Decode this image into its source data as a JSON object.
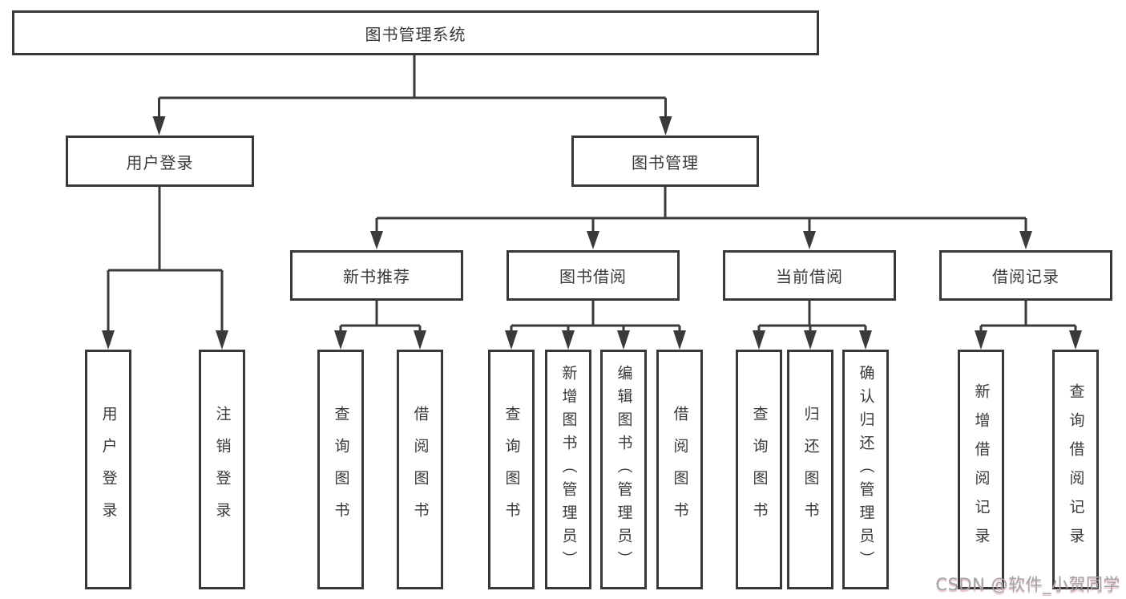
{
  "colors": {
    "line": "#3a3a3a",
    "box_border": "#383838",
    "box_background": "#ffffff",
    "label_text": "#3a3a3a",
    "watermark_text": "#a2a2a8"
  },
  "tree": {
    "root": "图书管理系统",
    "branches": [
      {
        "label": "用户登录",
        "leaves": [
          "用户登录",
          "注销登录"
        ]
      },
      {
        "label": "图书管理",
        "children": [
          {
            "label": "新书推荐",
            "leaves": [
              "查询图书",
              "借阅图书"
            ]
          },
          {
            "label": "图书借阅",
            "leaves": [
              "查询图书",
              "新增图书（管理员）",
              "编辑图书（管理员）",
              "借阅图书"
            ]
          },
          {
            "label": "当前借阅",
            "leaves": [
              "查询图书",
              "归还图书",
              "确认归还（管理员）"
            ]
          },
          {
            "label": "借阅记录",
            "leaves": [
              "新增借阅记录",
              "查询借阅记录"
            ]
          }
        ]
      }
    ]
  },
  "watermark": "CSDN @软件_小贺同学"
}
